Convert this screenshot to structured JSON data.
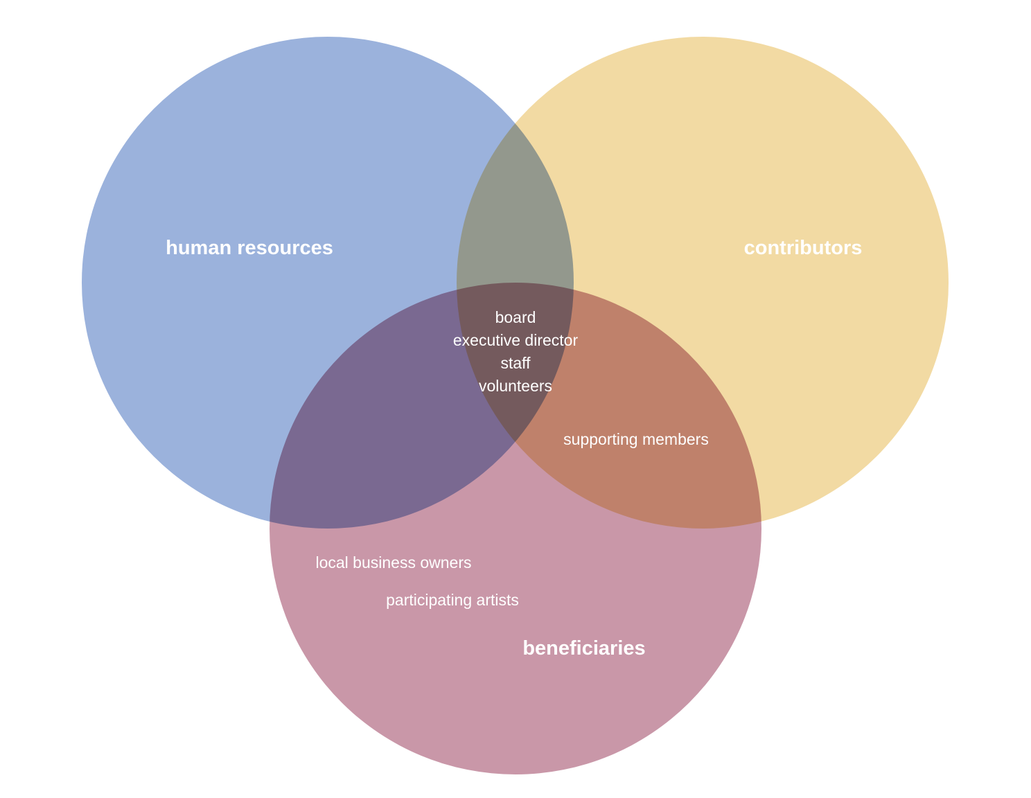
{
  "diagram": {
    "type": "venn",
    "sets": [
      {
        "id": "human_resources",
        "label": "human resources",
        "color": "#9bb2dc"
      },
      {
        "id": "contributors",
        "label": "contributors",
        "color": "#f2daa3"
      },
      {
        "id": "beneficiaries",
        "label": "beneficiaries",
        "color": "#c997a8"
      }
    ],
    "regions": {
      "all_three": [
        "board",
        "executive director",
        "staff",
        "volunteers"
      ],
      "contributors_and_beneficiaries": [
        "supporting members"
      ],
      "beneficiaries_only": [
        "local business owners",
        "participating artists"
      ]
    }
  }
}
